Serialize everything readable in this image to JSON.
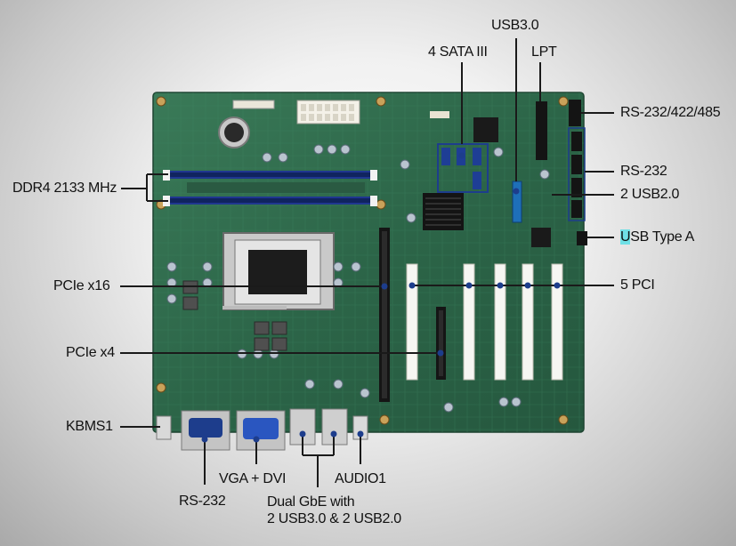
{
  "labels": {
    "usb30_top": "USB3.0",
    "sata": "4 SATA III",
    "lpt": "LPT",
    "rs232_422_485": "RS-232/422/485",
    "rs232_right": "RS-232",
    "usb20_right": "2 USB2.0",
    "usb_type_a_hl": "U",
    "usb_type_a_rest": "SB Type A",
    "pci": "5 PCI",
    "ddr4": "DDR4 2133 MHz",
    "pcie16": "PCIe x16",
    "pcie4": "PCIe x4",
    "kbms": "KBMS1",
    "vga_dvi": "VGA + DVI",
    "audio": "AUDIO1",
    "rs232_bottom": "RS-232",
    "dual_gbe_l1": "Dual GbE with",
    "dual_gbe_l2": "2 USB3.0 & 2 USB2.0"
  },
  "colors": {
    "pcb": "#2f6b4c",
    "callout_line": "#1d3d8c",
    "dimm_slot": "#1f3690",
    "highlight": "#6fe0e6"
  }
}
